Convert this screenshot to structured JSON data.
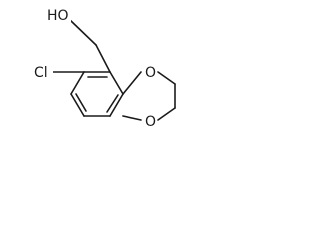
{
  "structure": {
    "atoms": {
      "hydroxyl": "HO",
      "chlorine": "Cl",
      "oxygen_upper": "O",
      "oxygen_lower": "O"
    }
  }
}
